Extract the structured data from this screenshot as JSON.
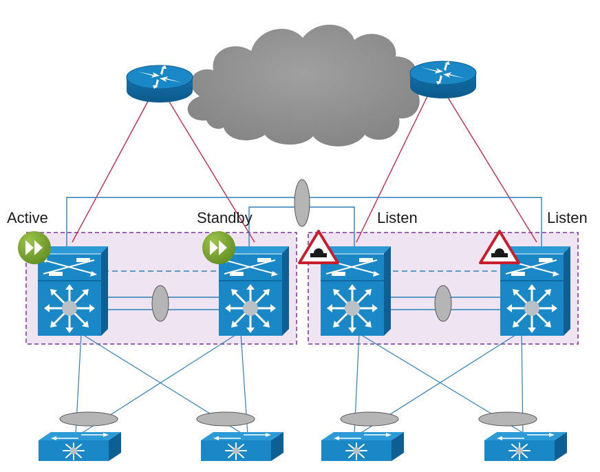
{
  "labels": {
    "active": "Active",
    "standby": "Standby",
    "listen_left": "Listen",
    "listen_right": "Listen"
  },
  "icons": {
    "wan_cloud": "cloud-icon",
    "router": "router-icon",
    "core_switch": "multilayer-switch-icon",
    "access_switch": "access-switch-icon",
    "active_forwarder": "forward-arrows-icon",
    "listen_state": "blocked-gateway-warning-icon",
    "port_channel": "port-channel-ellipse-icon"
  },
  "colors": {
    "cloud": "#8f8f8f",
    "device_blue": "#1a88c6",
    "device_dark": "#0d5f94",
    "uplink_red": "#c2284a",
    "link_blue": "#2f7fb8",
    "group_fill": "#efe4f2",
    "group_border": "#9b5fb3",
    "active_green": "#7ea832",
    "warning_red": "#c81d2c",
    "port_channel_fill": "#b5b5b5"
  }
}
